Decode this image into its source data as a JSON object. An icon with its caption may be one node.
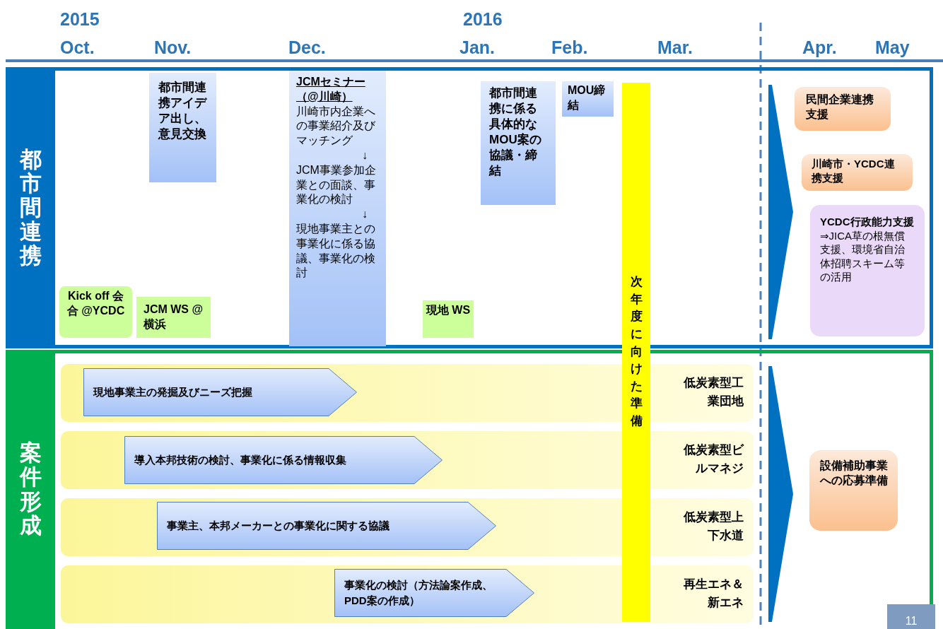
{
  "diagram": {
    "nodes": [
      {
        "text": [
          "都市間連携"
        ]
      },
      {
        "text": [
          "都市間連携アイデア出し、意見交換"
        ],
        "in": 0
      },
      {
        "text": [
          "JCMセミナー（@川崎）",
          "川崎市内企業への事業紹介及びマッチング",
          "↓",
          "JCM事業参加企業との面談、事業化の検討",
          "↓",
          "現地事業主との事業化に係る協議、事業化の検討"
        ],
        "in": 0
      },
      {
        "text": [
          "都市間連携に係る具体的なMOU案の協議・締結"
        ],
        "in": 0
      },
      {
        "text": [
          "MOU締結"
        ],
        "in": 0
      },
      {
        "text": [
          "Kick off 会合 @YCDC"
        ],
        "in": 0
      },
      {
        "text": [
          "JCM WS @横浜"
        ],
        "in": 0
      },
      {
        "text": [
          "現地 WS"
        ],
        "in": 0
      },
      {
        "text": [
          "民間企業連携支援"
        ],
        "in": 0
      },
      {
        "text": [
          "川崎市・YCDC連携支援"
        ],
        "in": 0
      },
      {
        "text": [
          "YCDC行政能力支援",
          "⇒JICA草の根無償支援、環境省自治体招聘スキーム等の活用"
        ],
        "in": 0
      },
      {
        "text": [
          "次年度に向けた準備"
        ]
      },
      {
        "text": [
          "案件形成"
        ]
      },
      {
        "text": [
          "低炭素型工業団地"
        ],
        "in": 12
      },
      {
        "text": [
          "現地事業主の発掘及びニーズ把握"
        ],
        "in": 13
      },
      {
        "text": [
          "低炭素型ビルマネジ"
        ],
        "in": 12
      },
      {
        "text": [
          "導入本邦技術の検討、事業化に係る情報収集"
        ],
        "in": 15
      },
      {
        "text": [
          "低炭素型上下水道"
        ],
        "in": 12
      },
      {
        "text": [
          "事業主、本邦メーカーとの事業化に関する協議"
        ],
        "in": 17
      },
      {
        "text": [
          "再生エネ＆新エネ"
        ],
        "in": 12
      },
      {
        "text": [
          "事業化の検討（方法論案作成、PDD案の作成）"
        ],
        "in": 19
      },
      {
        "text": [
          "設備補助事業への応募準備"
        ],
        "in": 12
      }
    ],
    "labels": [
      "2015",
      "2016",
      "Oct.",
      "Nov.",
      "Dec.",
      "Jan.",
      "Feb.",
      "Mar.",
      "Apr.",
      "May",
      "11"
    ]
  }
}
